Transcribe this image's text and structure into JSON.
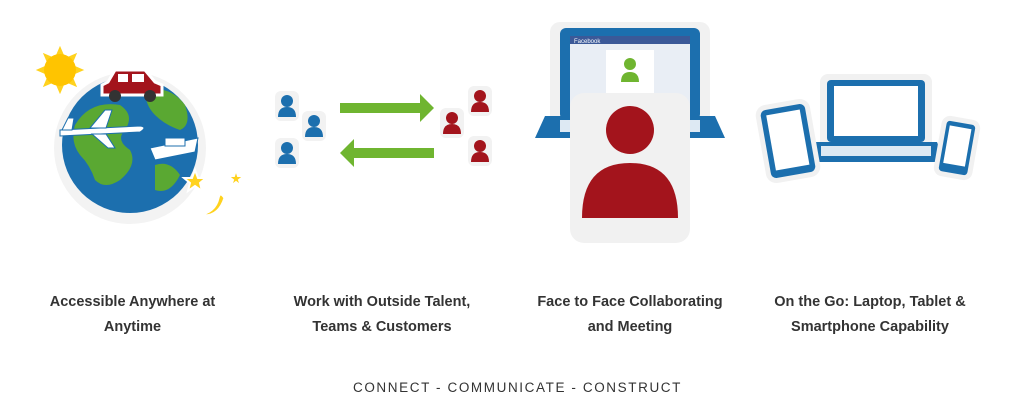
{
  "colors": {
    "blue": "#1c6fae",
    "red": "#a3141c",
    "green": "#6fb530",
    "sun": "#ffd21e",
    "text": "#333333"
  },
  "features": [
    {
      "icon": "globe-icon",
      "caption_line1": "Accessible Anywhere at",
      "caption_line2": "Anytime"
    },
    {
      "icon": "people-exchange-icon",
      "caption_line1": "Work with Outside Talent,",
      "caption_line2": "Teams & Customers"
    },
    {
      "icon": "video-conference-icon",
      "caption_line1": "Face to Face Collaborating",
      "caption_line2": "and Meeting"
    },
    {
      "icon": "devices-icon",
      "caption_line1": "On the Go: Laptop, Tablet &",
      "caption_line2": "Smartphone Capability"
    }
  ],
  "tagline": "CONNECT - COMMUNICATE - CONSTRUCT",
  "screen_text": "Facebook"
}
